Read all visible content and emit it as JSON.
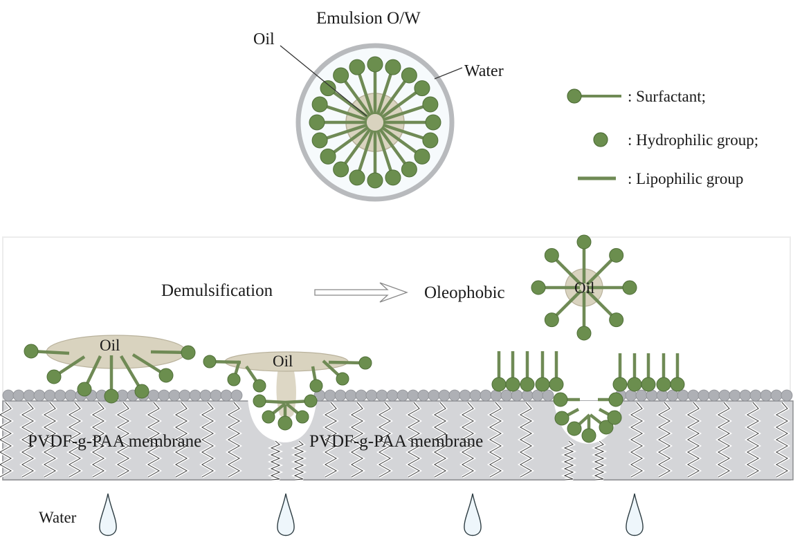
{
  "colors": {
    "hydrophilic": "#6b8e4e",
    "hydrophilic_stroke": "#4f6e38",
    "lipophilic": "#6f8a55",
    "oil": "#d9d3bf",
    "oil_stroke": "#b9b29c",
    "membrane": "#d4d5d8",
    "membrane_stroke": "#8c8d91",
    "bead": "#aeb0b5",
    "water_ring": "#b8babd",
    "droplet_fill": "#eef6fb",
    "droplet_stroke": "#2d3c42",
    "text": "#1a1a1a"
  },
  "emulsion": {
    "title": "Emulsion O/W",
    "oil_label": "Oil",
    "water_label": "Water",
    "surfactant_count": 20
  },
  "legend": {
    "items": [
      {
        "symbol": "surfactant-icon",
        "label": ": Surfactant;"
      },
      {
        "symbol": "hydrophilic-group-icon",
        "label": ": Hydrophilic group;"
      },
      {
        "symbol": "lipophilic-group-icon",
        "label": ": Lipophilic group"
      }
    ]
  },
  "process": {
    "left_label": "Demulsification",
    "arrow": "double-arrow-right-icon",
    "right_label": "Oleophobic",
    "oleophobic_oil_label": "Oil"
  },
  "membrane": {
    "left_label": "PVDF-g-PAA membrane",
    "right_label": "PVDF-g-PAA membrane",
    "oil_label_1": "Oil",
    "oil_label_2": "Oil"
  },
  "water": {
    "label": "Water",
    "droplet_count": 4
  }
}
